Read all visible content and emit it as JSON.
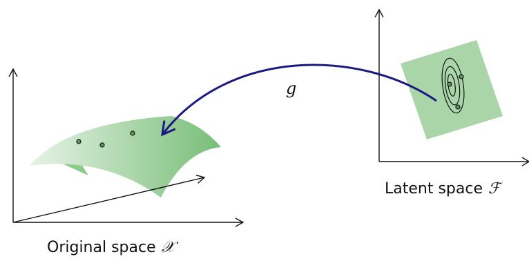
{
  "original_space": {
    "caption": "Original space",
    "symbol": "𝒳",
    "points": 3
  },
  "latent_space": {
    "caption": "Latent space",
    "symbol": "ℱ",
    "points": 3
  },
  "mapping": {
    "label": "g",
    "color": "#1a1a80"
  },
  "colors": {
    "surface_light": "#e2f1e2",
    "surface_dark": "#7cc07c",
    "latent_patch": "#a9d5a9",
    "axis": "#111111"
  }
}
